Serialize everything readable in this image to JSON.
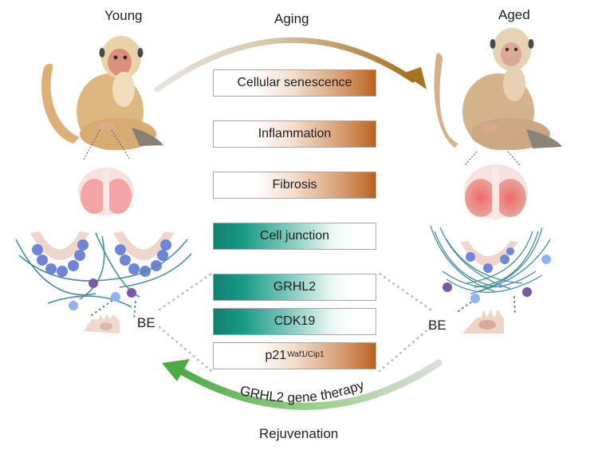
{
  "figure": {
    "stage_labels": {
      "young": "Young",
      "aged": "Aged"
    },
    "top_arrow": {
      "label": "Aging",
      "color_start": "#e6e1da",
      "color_end": "#a8731f"
    },
    "bottom_arrow": {
      "label": "GRHL2 gene therapy",
      "sublabel": "Rejuvenation",
      "color_start": "#4fae4a",
      "color_end": "#d6d6d6"
    },
    "cell_labels": {
      "left": "BE",
      "right": "BE"
    },
    "boxes": [
      {
        "label": "Cellular senescence",
        "sup": "",
        "trend": "up"
      },
      {
        "label": "Inflammation",
        "sup": "",
        "trend": "up"
      },
      {
        "label": "Fibrosis",
        "sup": "",
        "trend": "up"
      },
      {
        "label": "Cell junction",
        "sup": "",
        "trend": "down"
      },
      {
        "label": "GRHL2",
        "sup": "",
        "trend": "down"
      },
      {
        "label": "CDK19",
        "sup": "",
        "trend": "down"
      },
      {
        "label": "p21",
        "sup": "Waf1/Cip1",
        "trend": "up"
      }
    ],
    "colors": {
      "up": "#b9621f",
      "down": "#127f72",
      "fiber": "#4a8ea0",
      "epithelial_cell": "#6f86d6",
      "immune_cell": "#7a5aa8"
    }
  }
}
